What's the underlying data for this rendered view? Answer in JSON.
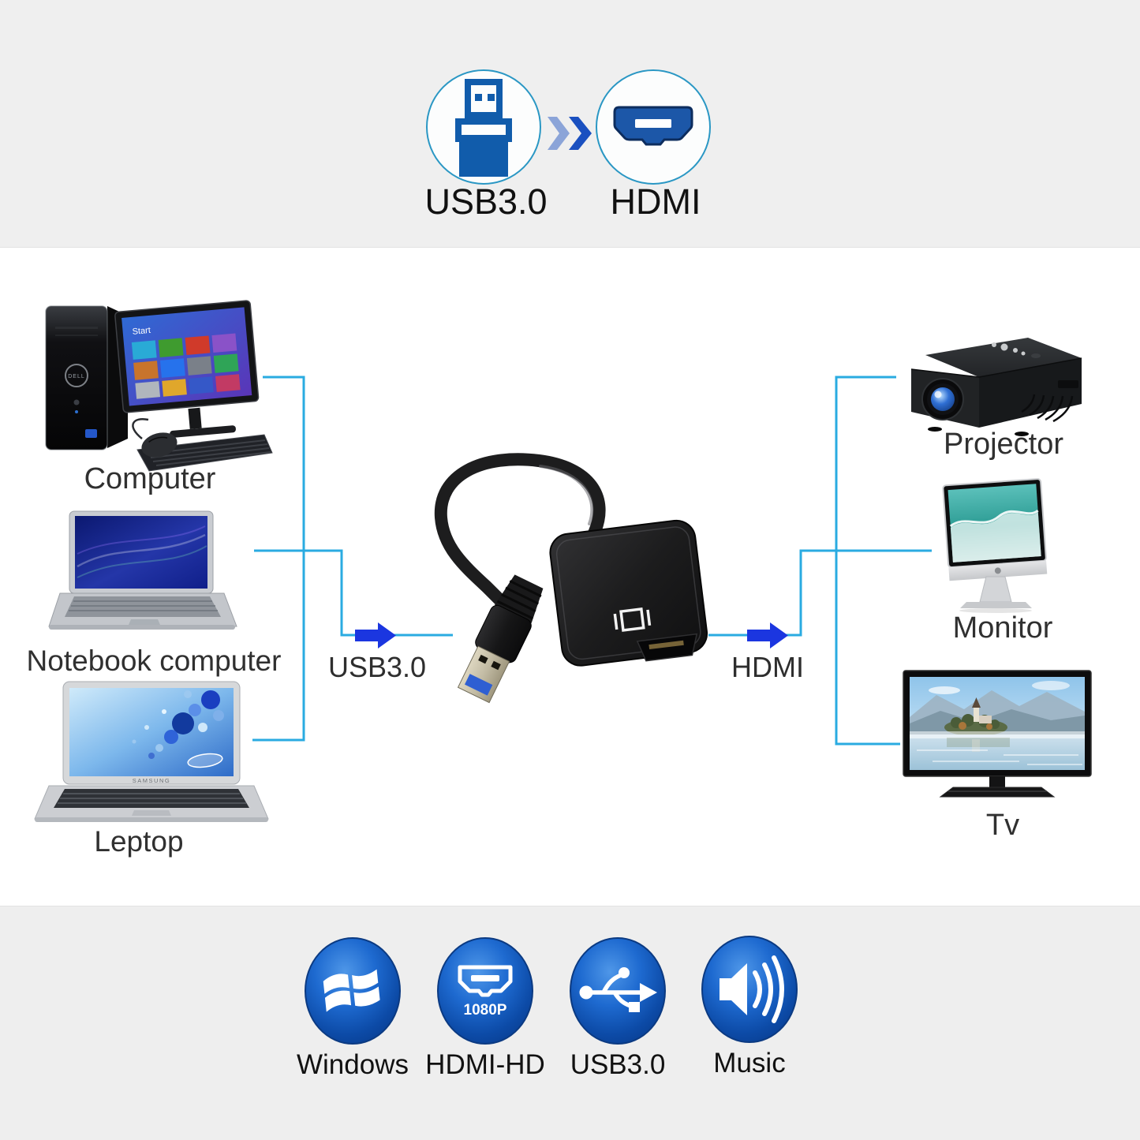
{
  "colors": {
    "band_top_bg": "#efefef",
    "band_mid_bg": "#ffffff",
    "band_bottom_bg": "#eeeeee",
    "connection_line": "#2aabe1",
    "flow_arrow": "#1b36e0",
    "hero_icon_blue": "#115cab",
    "hero_circle_outline": "#2a97c4",
    "chevron_light": "#8ba4d8",
    "chevron_dark": "#1a50c0",
    "feature_circle_blue": "#1e6ad0"
  },
  "hero": {
    "source_label": "USB3.0",
    "source_icon": "usb-plug-icon",
    "arrow_icon": "double-chevron-right-icon",
    "target_label": "HDMI",
    "target_icon": "hdmi-port-icon"
  },
  "diagram": {
    "sources": [
      {
        "label": "Computer",
        "screen_text": "Start",
        "brand": "DELL"
      },
      {
        "label": "Notebook computer"
      },
      {
        "label": "Leptop",
        "brand": "SAMSUNG"
      }
    ],
    "adapter_input_label": "USB3.0",
    "adapter_output_label": "HDMI",
    "outputs": [
      {
        "label": "Projector"
      },
      {
        "label": "Monitor"
      },
      {
        "label": "Tv"
      }
    ]
  },
  "features": [
    {
      "label": "Windows",
      "icon": "windows-logo-icon"
    },
    {
      "label": "HDMI-HD",
      "icon": "hdmi-1080p-icon",
      "badge": "1080P"
    },
    {
      "label": "USB3.0",
      "icon": "usb-trident-icon"
    },
    {
      "label": "Music",
      "icon": "speaker-icon"
    }
  ]
}
